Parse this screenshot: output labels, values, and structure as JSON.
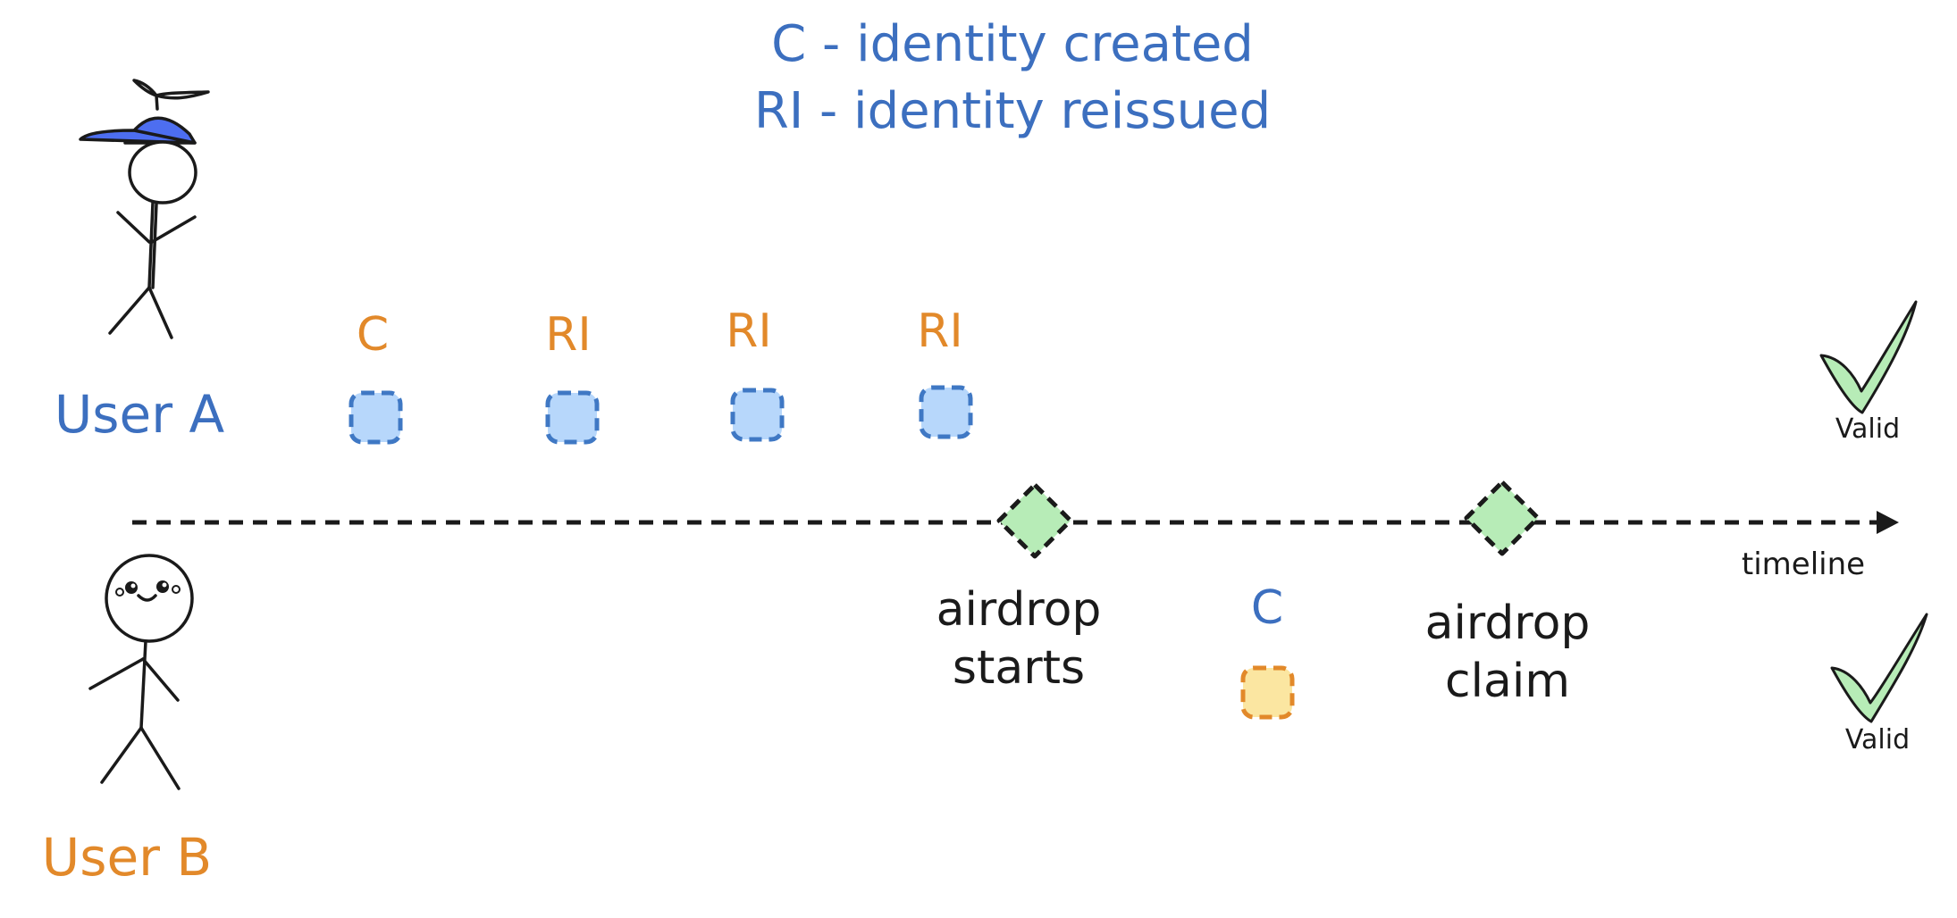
{
  "legend": {
    "line1": "C - identity created",
    "line2": "RI - identity reissued"
  },
  "colors": {
    "blue_text": "#3c6fbf",
    "orange_text": "#e2892a",
    "blue_fill": "#b7d7fb",
    "blue_stroke": "#3f78c4",
    "yellow_fill": "#fbe6a1",
    "orange_stroke": "#e2892a",
    "green_fill": "#b7ecb7",
    "green_stroke": "#8fd18f",
    "cap_fill": "#4d6ef0",
    "ink": "#1a1a1a"
  },
  "user_a": {
    "label": "User A",
    "events": [
      {
        "tag": "C",
        "type": "created"
      },
      {
        "tag": "RI",
        "type": "reissued"
      },
      {
        "tag": "RI",
        "type": "reissued"
      },
      {
        "tag": "RI",
        "type": "reissued"
      }
    ],
    "result": "Valid"
  },
  "user_b": {
    "label": "User B",
    "events": [
      {
        "tag": "C",
        "type": "created"
      }
    ],
    "result": "Valid"
  },
  "timeline": {
    "label": "timeline",
    "milestones": [
      {
        "line1": "airdrop",
        "line2": "starts"
      },
      {
        "line1": "airdrop",
        "line2": "claim"
      }
    ]
  },
  "icons": {
    "user_a_figure": "stick-figure-with-propeller-cap-icon",
    "user_b_figure": "smiling-stick-figure-icon",
    "check": "checkmark-icon"
  }
}
